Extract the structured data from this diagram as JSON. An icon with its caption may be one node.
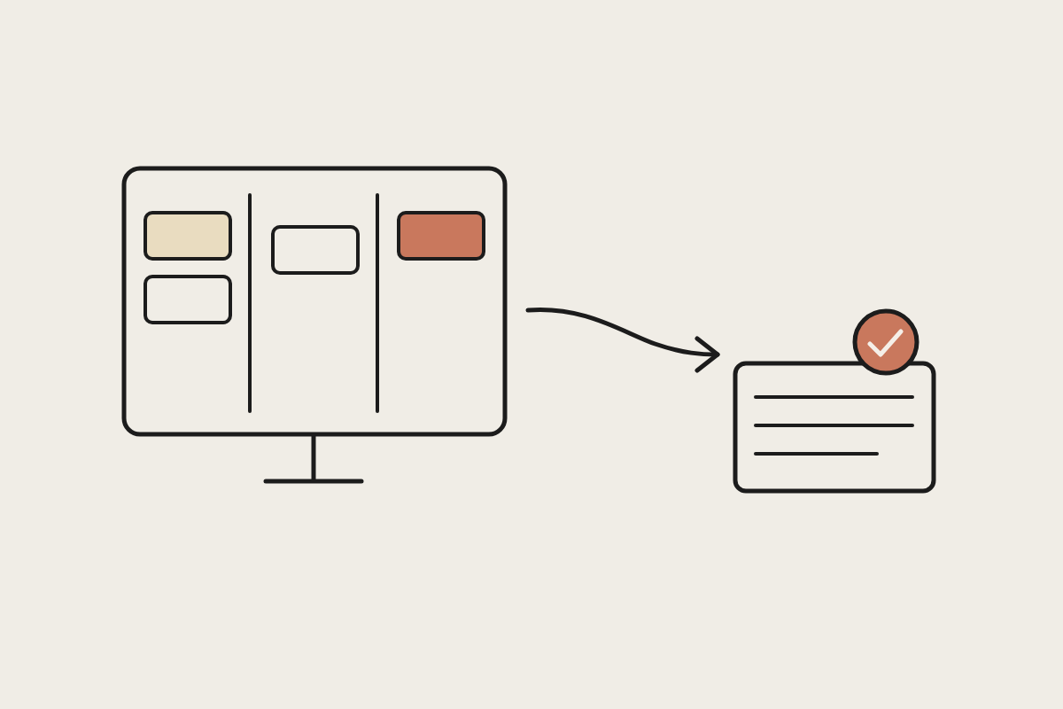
{
  "diagram": {
    "nodes": [
      {
        "text": [],
        "shape": "picture"
      },
      {
        "text": [],
        "shape": "box"
      }
    ],
    "edges": [
      {
        "from": 0,
        "to": 1,
        "arrow": "to"
      }
    ]
  }
}
